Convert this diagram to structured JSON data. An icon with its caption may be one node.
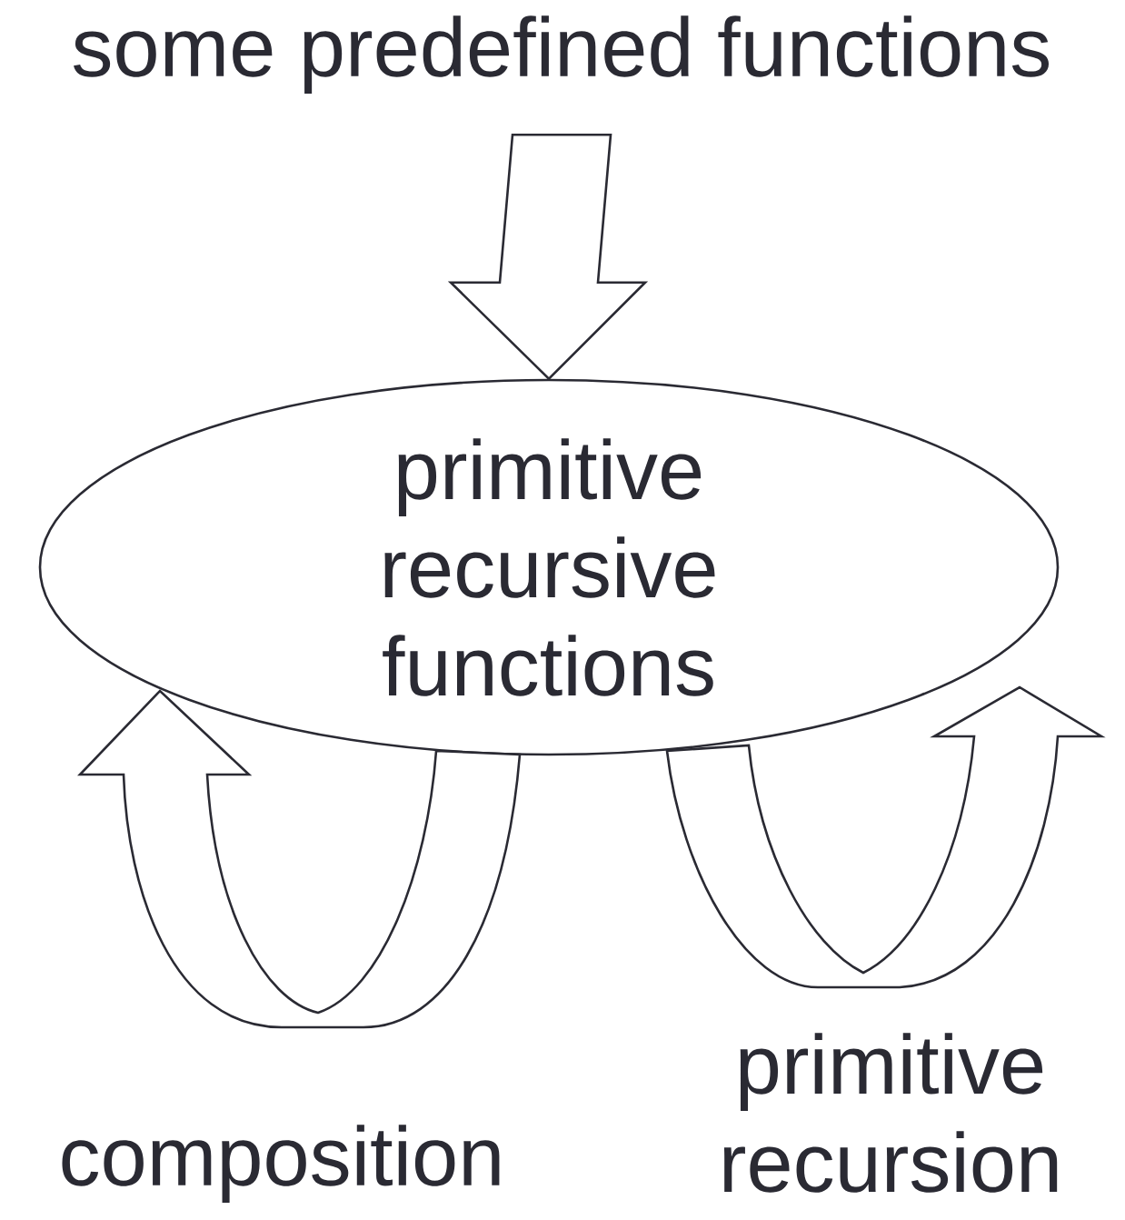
{
  "diagram": {
    "nodes": [
      {
        "text": [
          "some predefined functions"
        ]
      },
      {
        "text": [
          "primitive recursive functions"
        ]
      }
    ],
    "edges": [
      {
        "from": 0,
        "to": 1,
        "arrow": "to"
      },
      {
        "from": 1,
        "to": 1,
        "arrow": "to",
        "label": "composition"
      },
      {
        "from": 1,
        "to": 1,
        "arrow": "to",
        "label": "primitive recursion"
      }
    ]
  }
}
